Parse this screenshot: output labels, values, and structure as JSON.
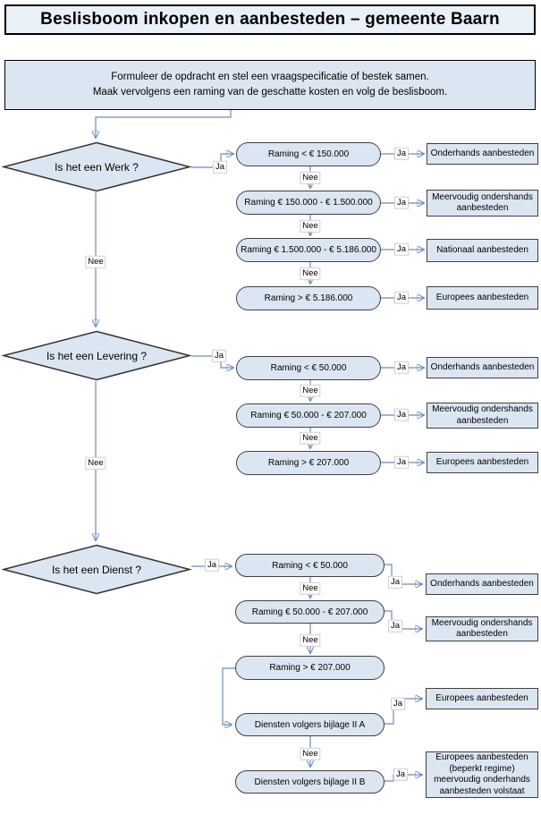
{
  "title": "Beslisboom inkopen en aanbesteden – gemeente Baarn",
  "intro": {
    "line1": "Formuleer de opdracht en stel een vraagspecificatie of bestek samen.",
    "line2": "Maak vervolgens een raming van de geschatte kosten en volg de beslisboom."
  },
  "labels": {
    "ja": "Ja",
    "nee": "Nee"
  },
  "colors": {
    "node_fill": "#dce6f2",
    "node_border": "#404040",
    "title_fill": "#eaf0f8",
    "arrow": "#4472a8"
  },
  "werk": {
    "question": "Is het een Werk ?",
    "rows": [
      {
        "condition": "Raming < € 150.000",
        "result": "Onderhands aanbesteden"
      },
      {
        "condition": "Raming € 150.000 - € 1.500.000",
        "result": "Meervoudig ondershands aanbesteden"
      },
      {
        "condition": "Raming € 1.500.000 - € 5.186.000",
        "result": "Nationaal aanbesteden"
      },
      {
        "condition": "Raming > € 5.186.000",
        "result": "Europees aanbesteden"
      }
    ]
  },
  "levering": {
    "question": "Is het een Levering ?",
    "rows": [
      {
        "condition": "Raming < € 50.000",
        "result": "Onderhands aanbesteden"
      },
      {
        "condition": "Raming € 50.000 - € 207.000",
        "result": "Meervoudig ondershands aanbesteden"
      },
      {
        "condition": "Raming > € 207.000",
        "result": "Europees aanbesteden"
      }
    ]
  },
  "dienst": {
    "question": "Is het een Dienst ?",
    "rows": [
      {
        "condition": "Raming < € 50.000",
        "result": "Onderhands aanbesteden"
      },
      {
        "condition": "Raming € 50.000 - € 207.000",
        "result": "Meervoudig ondershands aanbesteden"
      },
      {
        "condition": "Raming > € 207.000"
      },
      {
        "condition": "Diensten volgers bijlage II A",
        "result": "Europees aanbesteden"
      },
      {
        "condition": "Diensten volgers bijlage II B",
        "result": "Europees aanbesteden\n(beperkt regime)\nmeervoudig onderhands\naanbesteden volstaat"
      }
    ]
  }
}
